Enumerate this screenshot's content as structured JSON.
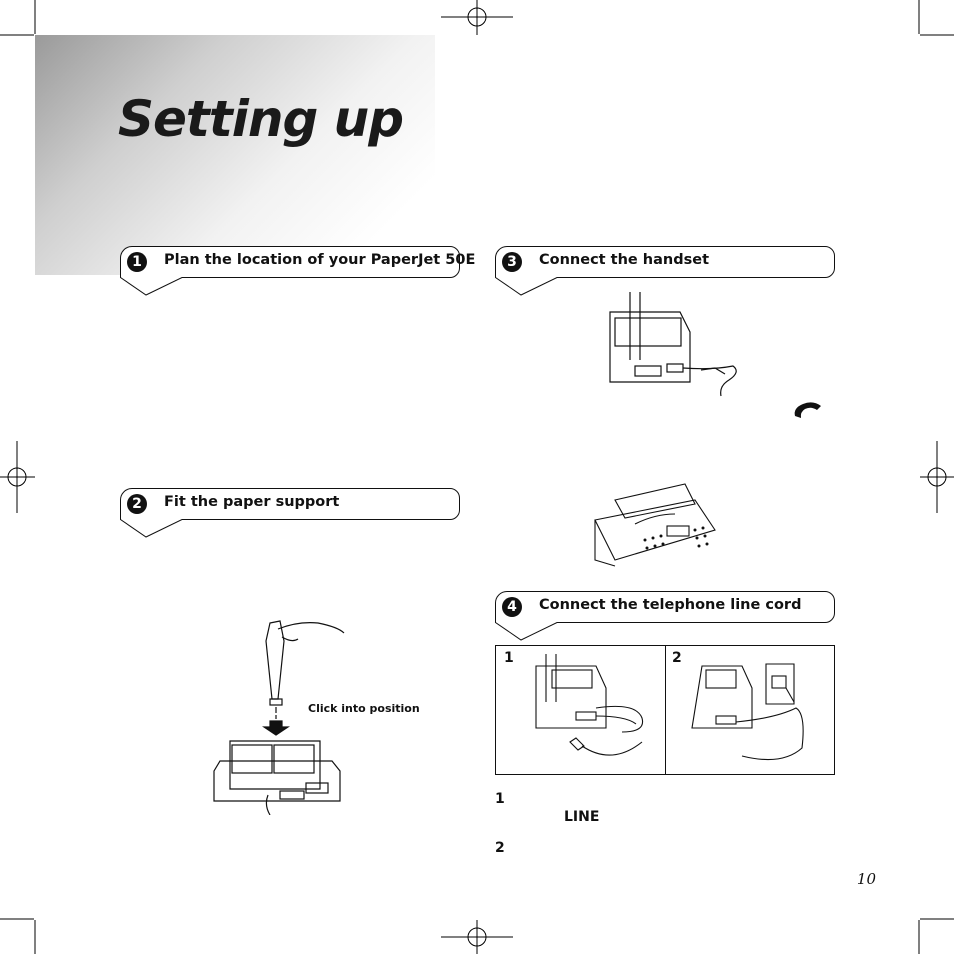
{
  "page": {
    "title": "Setting up",
    "page_number": "10"
  },
  "sections": [
    {
      "num": "1",
      "title": "Plan the location of your PaperJet 50E"
    },
    {
      "num": "2",
      "title": "Fit the paper support"
    },
    {
      "num": "3",
      "title": "Connect the handset"
    },
    {
      "num": "4",
      "title": "Connect the telephone line cord"
    }
  ],
  "paper_support": {
    "caption": "Click into position"
  },
  "line_cord": {
    "panel_labels": [
      "1",
      "2"
    ],
    "steps": [
      {
        "num": "1",
        "keyword": "LINE"
      },
      {
        "num": "2"
      }
    ]
  },
  "icons": [
    "handset-icon",
    "registration-mark-icon",
    "crop-mark-icon"
  ]
}
